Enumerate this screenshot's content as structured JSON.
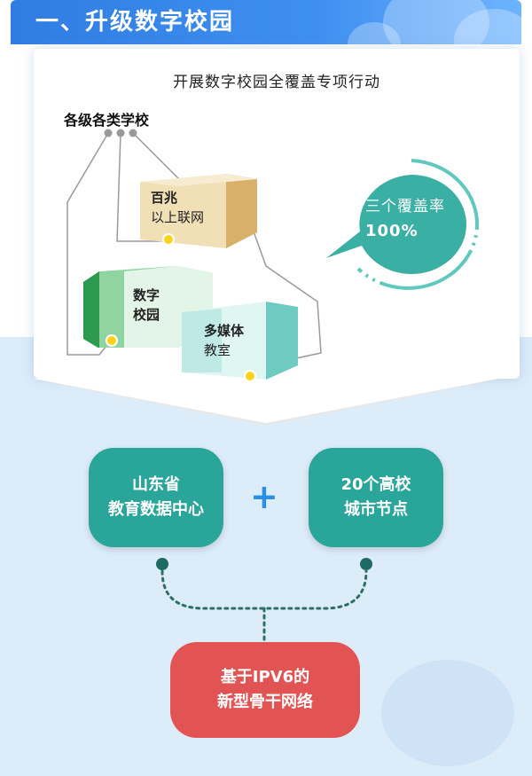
{
  "header": {
    "title": "一、升级数字校园"
  },
  "campaign": {
    "title": "开展数字校园全覆盖专项行动"
  },
  "schools": {
    "label": "各级各类学校"
  },
  "boxes": {
    "broadband": {
      "line1": "百兆",
      "line2": "以上联网"
    },
    "digital_campus": {
      "line1": "数字",
      "line2": "校园"
    },
    "multimedia": {
      "line1": "多媒体",
      "line2": "教室"
    }
  },
  "coverage": {
    "label": "三个覆盖率",
    "value": "100%"
  },
  "nodes": {
    "left": {
      "line1": "山东省",
      "line2": "教育数据中心"
    },
    "plus": "+",
    "right": {
      "line1": "20个高校",
      "line2": "城市节点"
    },
    "bottom": {
      "line1": "基于IPV6的",
      "line2": "新型骨干网络"
    }
  },
  "colors": {
    "header": "#2f7de3",
    "teal": "#2aa59a",
    "red": "#e25454",
    "gold": "#e8c78a",
    "green": "#3fae5c",
    "cyan": "#7fd6cf",
    "background": "#dcecf9"
  }
}
